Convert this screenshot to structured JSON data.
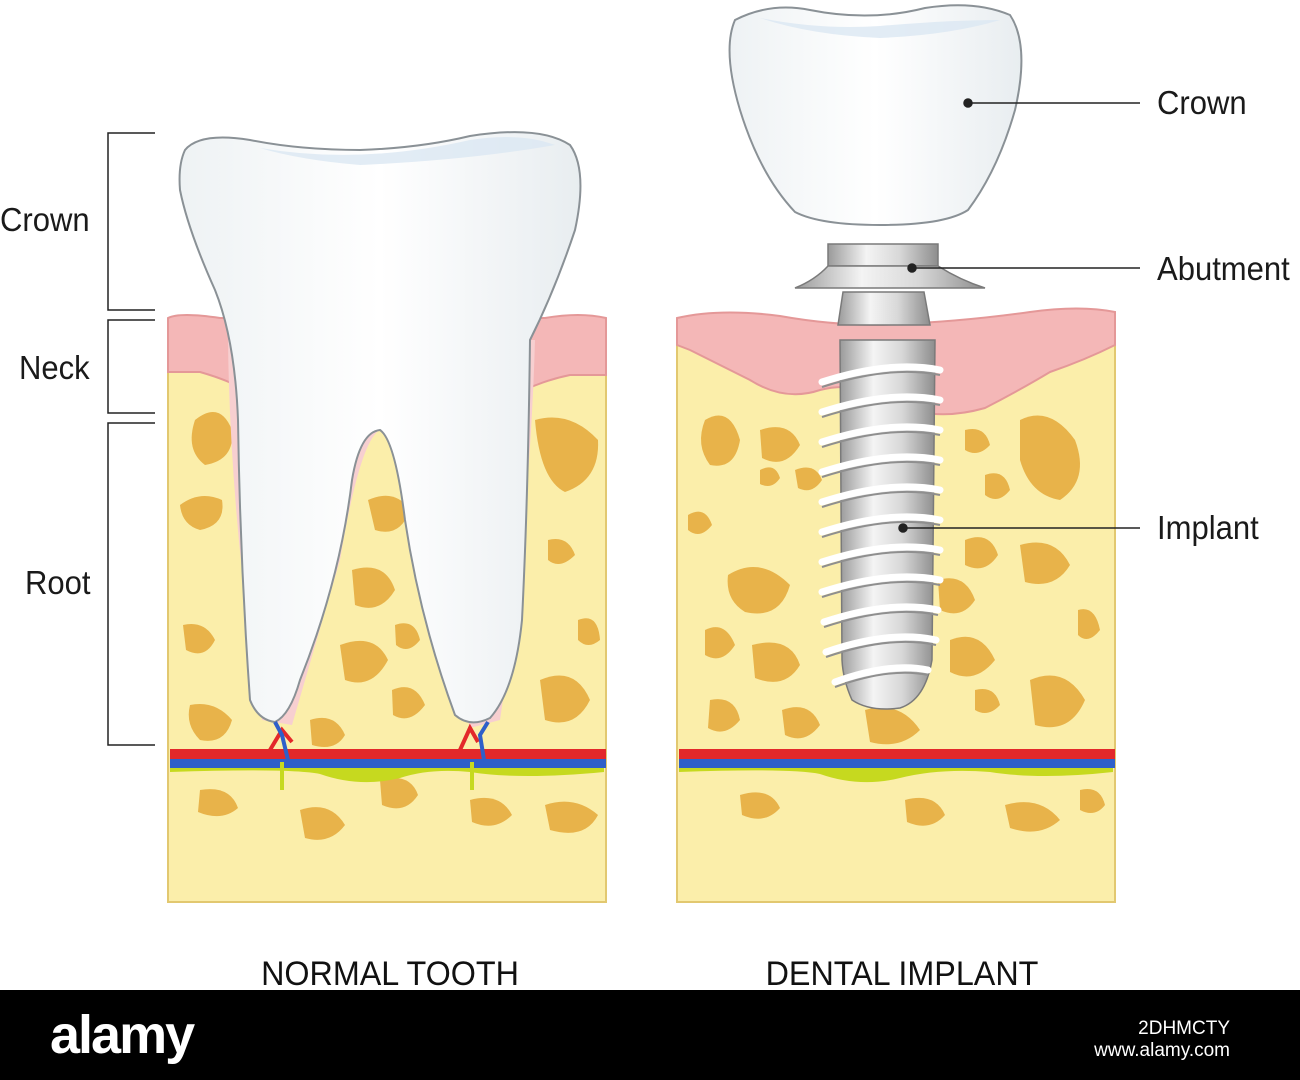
{
  "labels": {
    "normal": {
      "crown": "Crown",
      "neck": "Neck",
      "root": "Root"
    },
    "implant": {
      "crown": "Crown",
      "abutment": "Abutment",
      "implant": "Implant"
    }
  },
  "captions": {
    "normal_tooth": "NORMAL TOOTH",
    "dental_implant": "DENTAL IMPLANT"
  },
  "footer": {
    "brand": "alamy",
    "image_id": "2DHMCTY",
    "site": "www.alamy.com",
    "watermark": "alamy"
  },
  "colors": {
    "bone": "#fbeeaa",
    "bone_pore": "#e8b34a",
    "gum": "#f4b7b7",
    "tooth": "#ffffff",
    "metal": "#c9c9c9",
    "artery": "#e3282a",
    "vein": "#2f5fc9",
    "nerve": "#c6d91f"
  }
}
